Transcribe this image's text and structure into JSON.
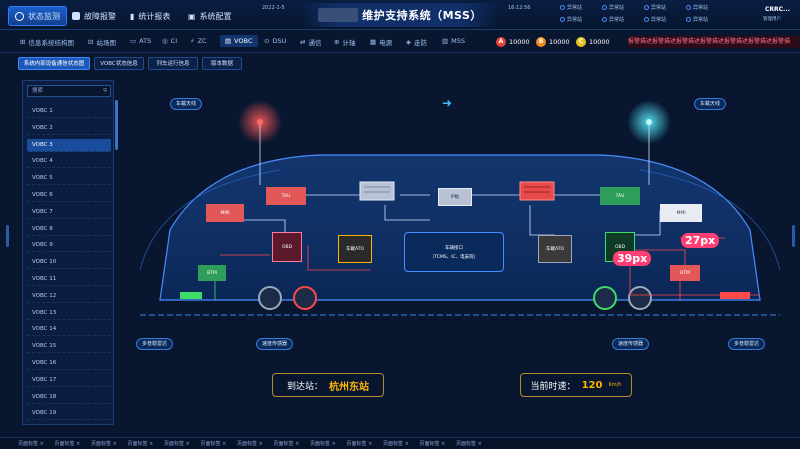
{
  "topbar": {
    "nav": [
      {
        "label": "状态监测",
        "icon": "power-icon",
        "active": true
      },
      {
        "label": "故障报警",
        "icon": "alarm-icon"
      },
      {
        "label": "统计报表",
        "icon": "bar-chart-icon"
      },
      {
        "label": "系统配置",
        "icon": "settings-icon"
      }
    ],
    "date": "2022-1-5",
    "title": "维护支持系统（MSS）",
    "time": "16:12:56",
    "stats": [
      "异常站",
      "异常站",
      "异常站",
      "异常站",
      "异常站",
      "异常站",
      "异常站",
      "异常站"
    ],
    "brand": "CRRC...",
    "user": "管理用户"
  },
  "subnav": {
    "items": [
      {
        "label": "信息系统结构图",
        "icon": "network-icon"
      },
      {
        "label": "站场图",
        "icon": "station-icon"
      },
      {
        "label": "ATS",
        "icon": "ats-icon"
      },
      {
        "label": "CI",
        "icon": "ci-icon"
      },
      {
        "label": "ZC",
        "icon": "zc-icon"
      },
      {
        "label": "VOBC",
        "icon": "train-icon",
        "active": true
      },
      {
        "label": "DSU",
        "icon": "dsu-icon"
      },
      {
        "label": "通信",
        "icon": "comm-icon"
      },
      {
        "label": "计轴",
        "icon": "axle-icon"
      },
      {
        "label": "电源",
        "icon": "power-supply-icon"
      },
      {
        "label": "走防",
        "icon": "guard-icon"
      },
      {
        "label": "MSS",
        "icon": "mss-icon"
      }
    ],
    "alarms": [
      {
        "badge": "A",
        "value": "10000",
        "color": "#e8413c"
      },
      {
        "badge": "B",
        "value": "10000",
        "color": "#f08a1c"
      },
      {
        "badge": "C",
        "value": "10000",
        "color": "#e8c21c"
      }
    ],
    "ticker": "报警描述报警描述报警描述报警描述报警描述报警描述报警描"
  },
  "tabs": [
    "系统内部设备通信状态图",
    "VOBC状态信息",
    "列车运行信息",
    "版本数据"
  ],
  "sidebar": {
    "search_placeholder": "搜索",
    "items": [
      "VOBC 1",
      "VOBC 2",
      "VOBC 3",
      "VOBC 4",
      "VOBC 5",
      "VOBC 6",
      "VOBC 7",
      "VOBC 8",
      "VOBC 9",
      "VOBC 10",
      "VOBC 11",
      "VOBC 12",
      "VOBC 13",
      "VOBC 14",
      "VOBC 15",
      "VOBC 16",
      "VOBC 17",
      "VOBC 18",
      "VOBC 19"
    ],
    "active_index": 2
  },
  "diagram": {
    "antenna_left": "车載天线",
    "antenna_right": "车載天线",
    "tau_left": "TAU",
    "tau_right": "TAU",
    "mmi_left": "MMI",
    "mmi_right": "MMI",
    "ap_label": "IP板",
    "obd_left": "OBD",
    "obd_right": "OBD",
    "ato_left": "车載ATO",
    "ato_right": "车載ATO",
    "btm_left": "BTM",
    "btm_right": "BTM",
    "interface_title": "车辆接口",
    "interface_sub": "（TCMS、IC、电安岗）",
    "doppler_left": "多普勒雷达",
    "doppler_right": "多普勒雷达",
    "speed_left": "速度传感器",
    "speed_right": "速度传感器",
    "badge_27": "27px",
    "badge_39": "39px"
  },
  "panels": {
    "arrive_label": "到达站：",
    "arrive_value": "杭州东站",
    "speed_label": "当前时速：",
    "speed_value": "120",
    "speed_unit": "Km/h"
  },
  "bottom_tabs": [
    "页面标签",
    "页面标签",
    "页面标签",
    "页面标签",
    "页面标签",
    "页面标签",
    "页面标签",
    "页面标签",
    "页面标签",
    "页面标签",
    "页面标签",
    "页面标签",
    "页面标签"
  ]
}
